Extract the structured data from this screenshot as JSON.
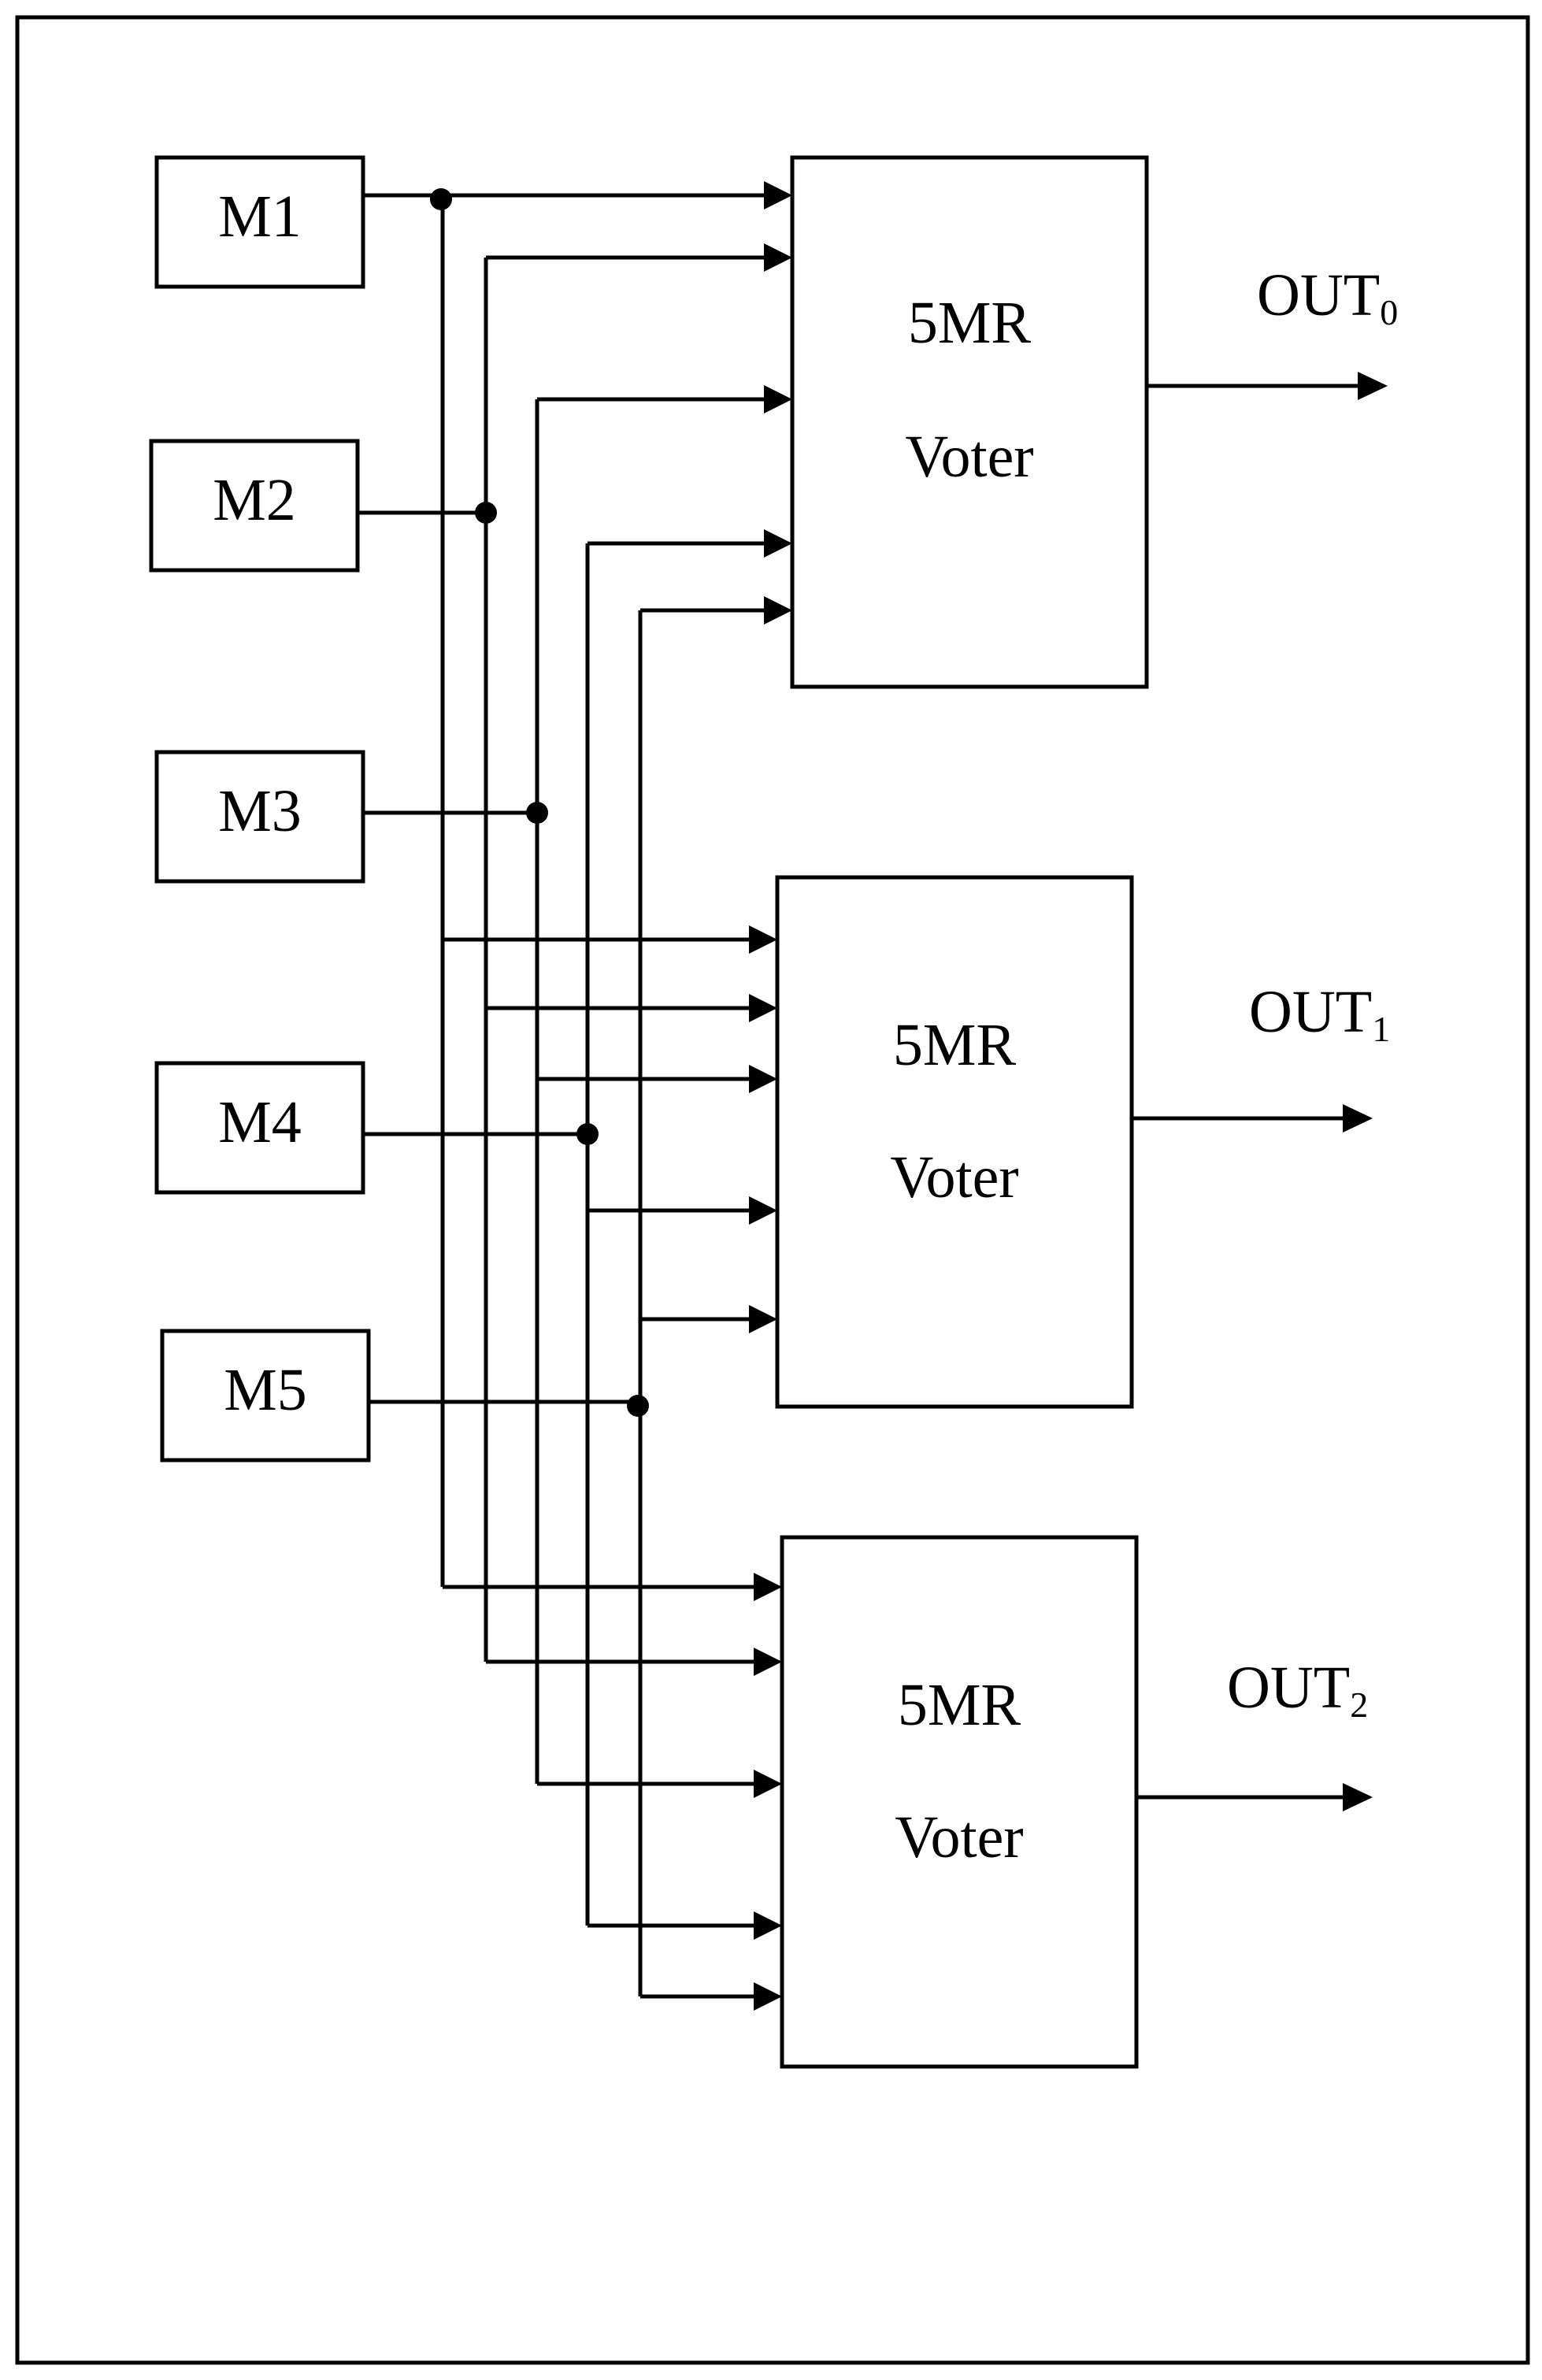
{
  "modules": [
    {
      "id": "m1",
      "label": "M1"
    },
    {
      "id": "m2",
      "label": "M2"
    },
    {
      "id": "m3",
      "label": "M3"
    },
    {
      "id": "m4",
      "label": "M4"
    },
    {
      "id": "m5",
      "label": "M5"
    }
  ],
  "voters": [
    {
      "id": "v0",
      "line1": "5MR",
      "line2": "Voter",
      "output_label": "OUT",
      "output_subscript": "0"
    },
    {
      "id": "v1",
      "line1": "5MR",
      "line2": "Voter",
      "output_label": "OUT",
      "output_subscript": "1"
    },
    {
      "id": "v2",
      "line1": "5MR",
      "line2": "Voter",
      "output_label": "OUT",
      "output_subscript": "2"
    }
  ],
  "colors": {
    "stroke": "#000000",
    "background": "#ffffff"
  }
}
